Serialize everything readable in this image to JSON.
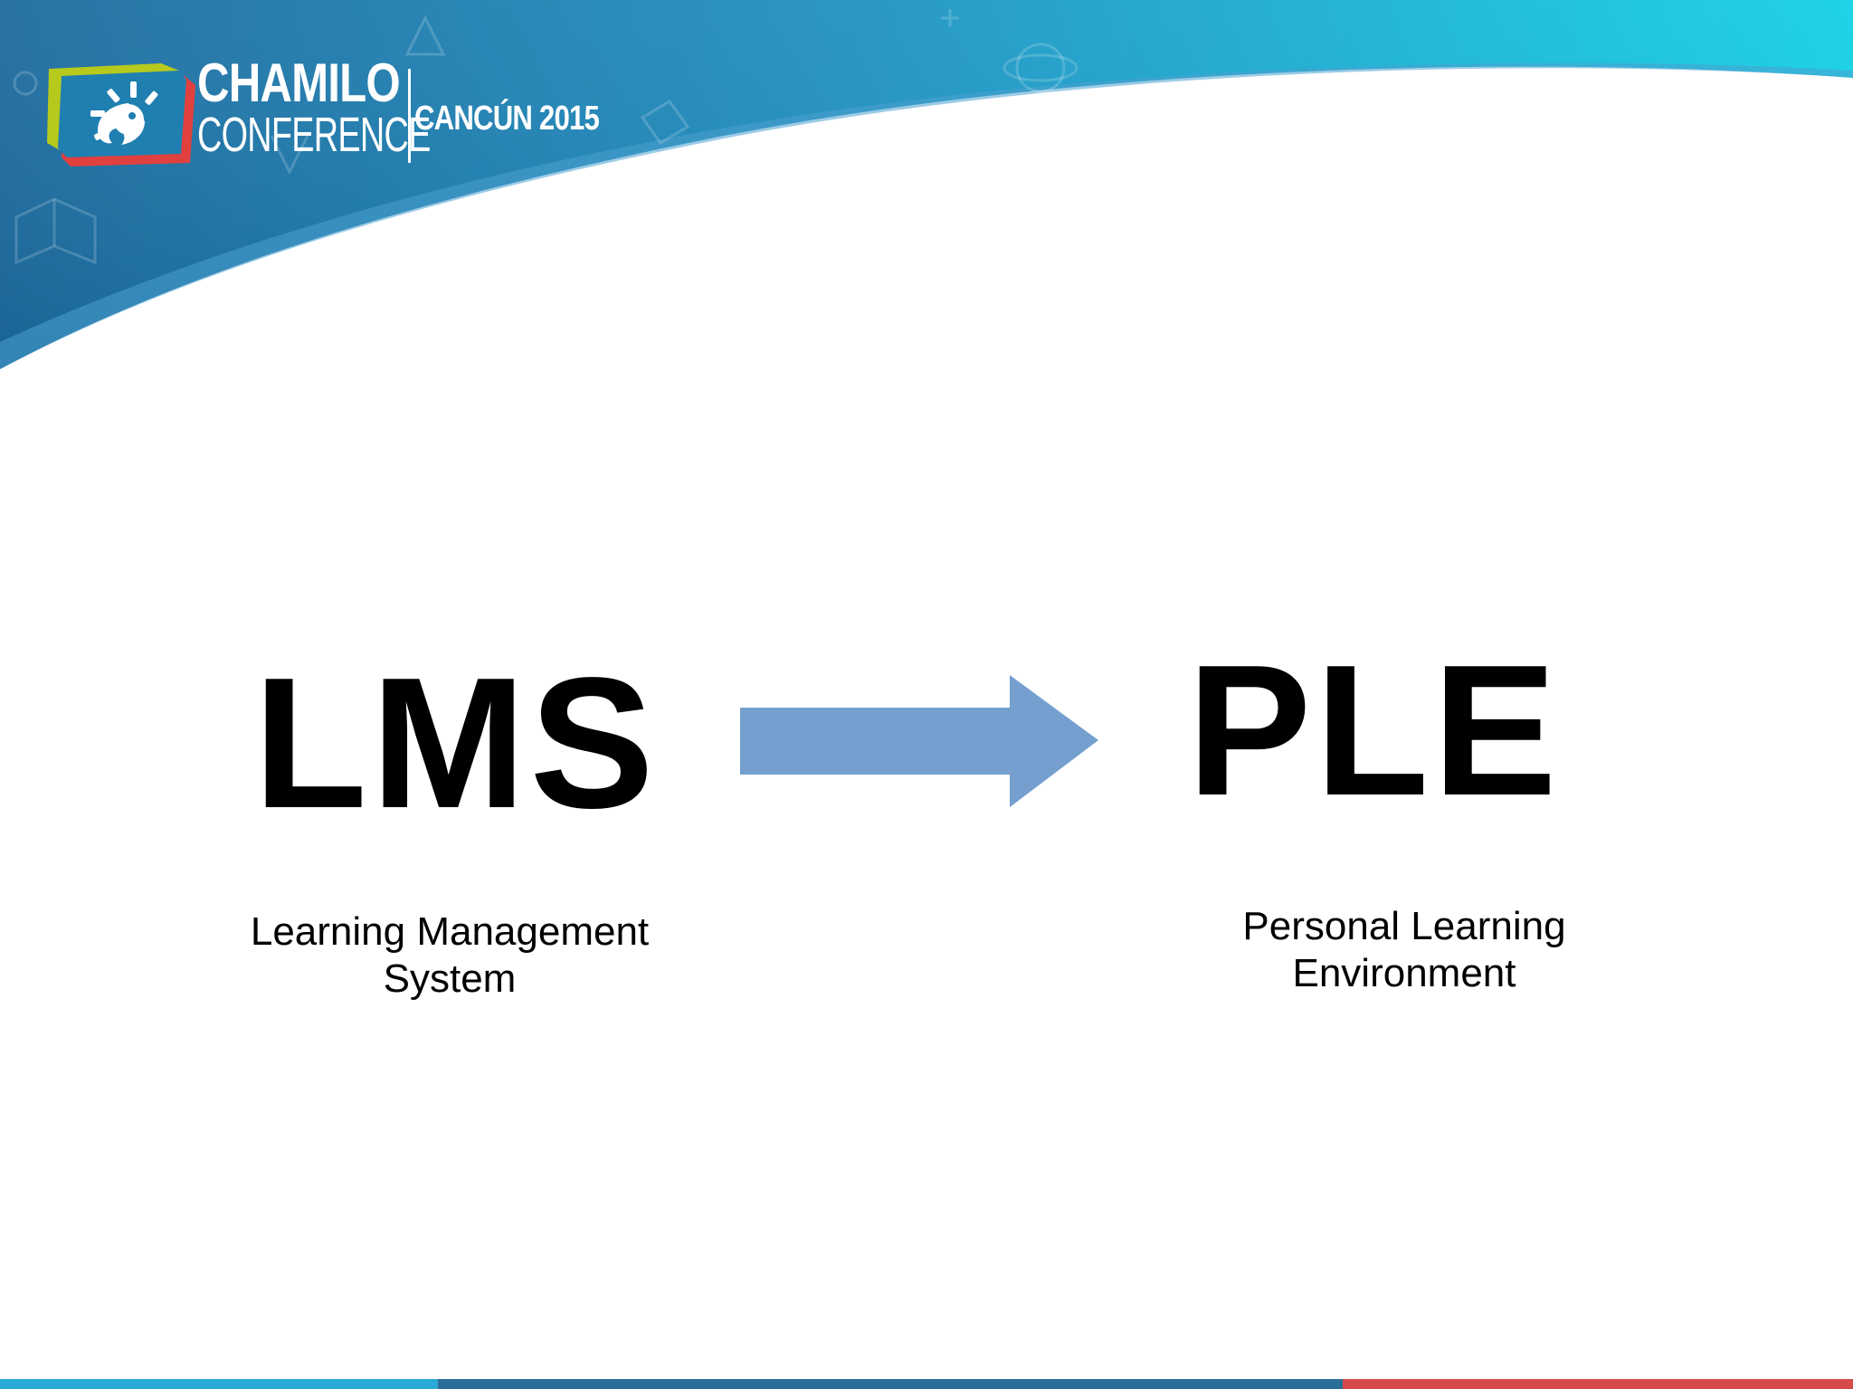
{
  "header": {
    "logo_line1": "CHAMILO",
    "logo_line2": "CONFERENCE",
    "logo_event": "CANCÚN 2015"
  },
  "main": {
    "from_term": "LMS",
    "from_caption_line1": "Learning Management",
    "from_caption_line2": "System",
    "to_term": "PLE",
    "to_caption_line1": "Personal Learning",
    "to_caption_line2": "Environment"
  },
  "colors": {
    "arrow": "#749fcf",
    "banner_dark": "#1f6fa3",
    "banner_light": "#11c6e0",
    "footer_light_blue": "#29a9d4",
    "footer_dark_blue": "#2a6d98",
    "footer_red": "#d74a4b"
  },
  "icons": [
    "chameleon-logo-icon",
    "right-arrow-icon"
  ]
}
